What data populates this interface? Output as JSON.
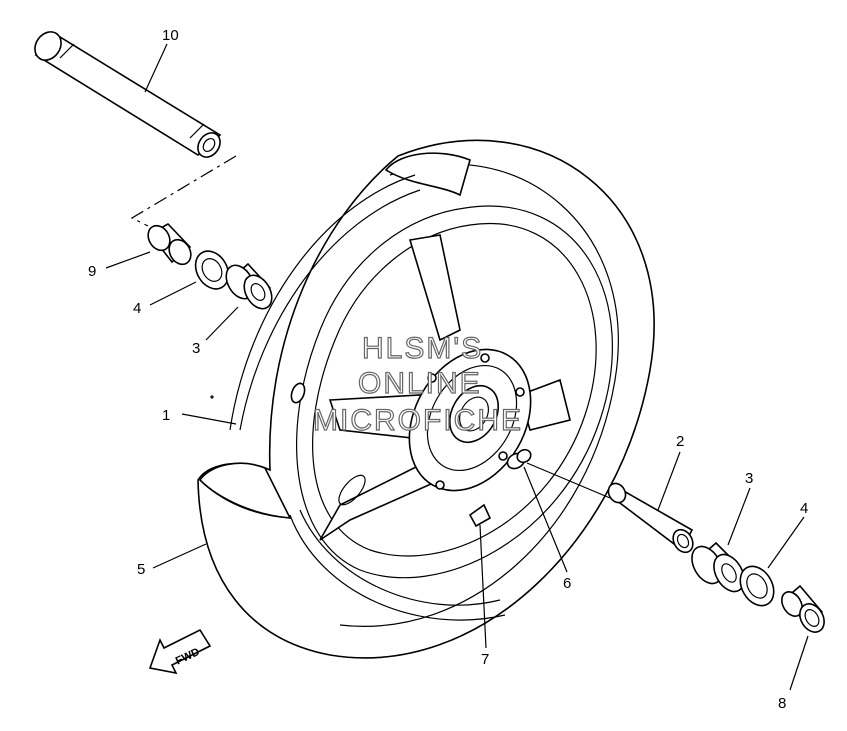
{
  "diagram": {
    "callouts": [
      {
        "id": "callout-1",
        "text": "1"
      },
      {
        "id": "callout-2",
        "text": "2"
      },
      {
        "id": "callout-3a",
        "text": "3"
      },
      {
        "id": "callout-3b",
        "text": "3"
      },
      {
        "id": "callout-4a",
        "text": "4"
      },
      {
        "id": "callout-4b",
        "text": "4"
      },
      {
        "id": "callout-5",
        "text": "5"
      },
      {
        "id": "callout-6",
        "text": "6"
      },
      {
        "id": "callout-7",
        "text": "7"
      },
      {
        "id": "callout-8",
        "text": "8"
      },
      {
        "id": "callout-9",
        "text": "9"
      },
      {
        "id": "callout-10",
        "text": "10"
      }
    ],
    "direction_label": "FWD",
    "watermark": [
      "HLSM'S",
      "ONLINE",
      "MICROFICHE"
    ]
  }
}
